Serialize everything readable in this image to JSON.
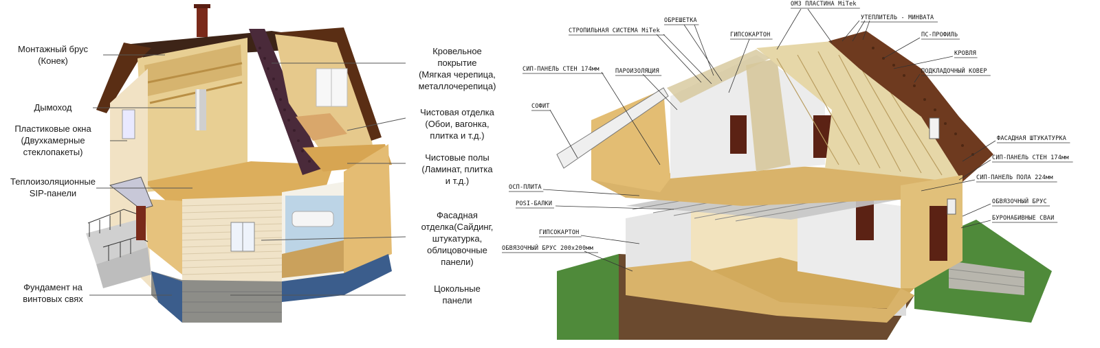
{
  "left_house": {
    "labels": [
      "Монтажный брус\n(Конек)",
      "Дымоход",
      "Пластиковые окна\n(Двухкамерные\nстеклопакеты)",
      "Теплоизоляционные\nSIP-панели",
      "Фундамент на\nвинтовых свях"
    ],
    "right_labels": [
      "Кровельное\nпокрытие\n(Мягкая черепица,\nметаллочерепица)",
      "Чистовая отделка\n(Обои, вагонка,\nплитка и т.д.)",
      "Чистовые полы\n(Ламинат, плитка\nи т.д.)",
      "Фасадная\nотделка(Сайдинг,\nштукатурка,\nоблицовочные\nпанели)",
      "Цокольные\nпанели"
    ]
  },
  "right_house": {
    "tags": [
      "ОМЗ ПЛАСТИНА MiTek",
      "УТЕПЛИТЕЛЬ - МИНВАТА",
      "ОБРЕШЕТКА",
      "СТРОПИЛЬНАЯ СИСТЕМА MiTek",
      "ГИПСОКАРТОН",
      "ПС-ПРОФИЛЬ",
      "КРОВЛЯ",
      "ПОДКЛАДОЧНЫЙ КОВЕР",
      "СИП-ПАНЕЛЬ СТЕН 174мм",
      "ПАРОИЗОЛЯЦИЯ",
      "СОФИТ",
      "ФАСАДНАЯ ШТУКАТУРКА",
      "СИП-ПАНЕЛЬ СТЕН 174мм",
      "СИП-ПАНЕЛЬ ПОЛА 224мм",
      "ОСП-ПЛИТА",
      "ОБВЯЗОЧНЫЙ БРУС",
      "POSI-БАЛКИ",
      "БУРОНАБИВНЫЕ СВАИ",
      "ГИПСОКАРТОН",
      "ОБВЯЗОЧНЫЙ БРУС 200х200мм"
    ]
  },
  "colors": {
    "osb": "#d9b36a",
    "osb_dark": "#b98f45",
    "roof": "#5a2e14",
    "shingle": "#4a2a3a",
    "siding": "#f1e2c4",
    "drywall": "#e8e8e8",
    "grass": "#4f8a3a",
    "soil": "#6b4a2f",
    "stone": "#8d8d88",
    "line": "#555555"
  }
}
